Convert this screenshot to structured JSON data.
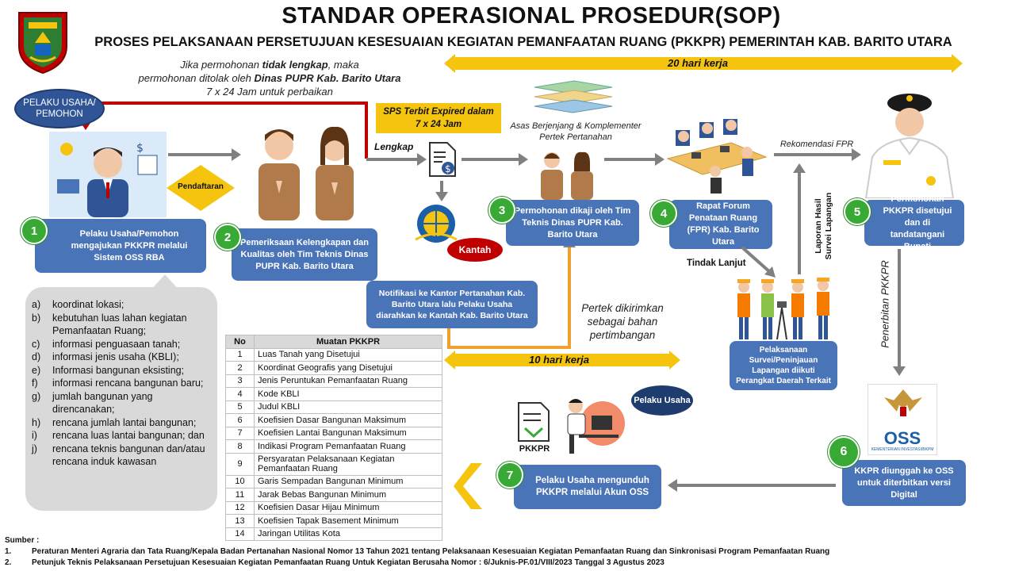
{
  "header": {
    "title": "STANDAR OPERASIONAL PROSEDUR(SOP)",
    "subtitle": "PROSES PELAKSANAAN  PERSETUJUAN KESESUAIAN KEGIATAN PEMANFAATAN RUANG (PKKPR) PEMERINTAH KAB. BARITO UTARA"
  },
  "timebars": {
    "top": "20 hari kerja",
    "middle": "10 hari kerja"
  },
  "notes": {
    "tidak_lengkap_1": "Jika permohonan ",
    "tidak_lengkap_bold": "tidak lengkap",
    "tidak_lengkap_2": ", maka",
    "tidak_lengkap_line2a": "permohonan ditolak oleh ",
    "tidak_lengkap_line2b": "Dinas PUPR Kab. Barito Utara",
    "tidak_lengkap_line3": "7 x 24 Jam untuk perbaikan",
    "sps_line1": "SPS Terbit Expired  dalam",
    "sps_line2": "7 x 24 Jam",
    "lengkap": "Lengkap",
    "asas_line1": "Asas Berjenjang & Komplementer",
    "asas_line2": "Pertek Pertanahan",
    "rekomendasi": "Rekomendasi FPR",
    "laporan_line1": "Laporan Hasil",
    "laporan_line2": "Survei Lapangan",
    "tindak_lanjut": "Tindak Lanjut",
    "penerbitan": "Penerbitan PKKPR",
    "pertek_line1": "Pertek dikirimkan",
    "pertek_line2": "sebagai bahan",
    "pertek_line3": "pertimbangan",
    "pendaftaran": "Pendaftaran",
    "kantah": "Kantah",
    "pkkpr_doc": "PKKPR"
  },
  "actors": {
    "pelaku_pemohon": "PELAKU USAHA/ PEMOHON",
    "pelaku_usaha": "Pelaku Usaha"
  },
  "steps": [
    {
      "num": "1",
      "text": "Pelaku Usaha/Pemohon mengajukan PKKPR melalui Sistem OSS RBA"
    },
    {
      "num": "2",
      "text": "Pemeriksaan Kelengkapan dan Kualitas oleh Tim Teknis Dinas PUPR Kab. Barito Utara"
    },
    {
      "num": "3",
      "text": "Permohonan dikaji oleh Tim Teknis Dinas PUPR Kab. Barito Utara"
    },
    {
      "num": "4",
      "text": "Rapat Forum Penataan Ruang (FPR) Kab. Barito Utara"
    },
    {
      "num": "5",
      "text": "Permohonan PKKPR disetujui dan di tandatangani Bupati"
    },
    {
      "num": "6",
      "text": "KKPR diunggah ke OSS untuk diterbitkan versi Digital"
    },
    {
      "num": "7",
      "text": "Pelaku Usaha mengunduh PKKPR melalui Akun OSS"
    }
  ],
  "notifikasi": "Notifikasi ke Kantor Pertanahan Kab. Barito Utara lalu Pelaku Usaha diarahkan ke Kantah Kab. Barito Utara",
  "survei": "Pelaksanaan Survei/Peninjauan Lapangan diikuti Perangkat Daerah Terkait",
  "oss_logo": {
    "text": "OSS",
    "sub": "KEMENTERIAN INVESTASI/BKPM"
  },
  "requirements": [
    {
      "letter": "a)",
      "text": "koordinat lokasi;"
    },
    {
      "letter": "b)",
      "text": "kebutuhan luas lahan kegiatan Pemanfaatan Ruang;"
    },
    {
      "letter": "c)",
      "text": "informasi penguasaan tanah;"
    },
    {
      "letter": "d)",
      "text": "informasi jenis usaha (KBLI);"
    },
    {
      "letter": "e)",
      "text": "Informasi bangunan eksisting;"
    },
    {
      "letter": "f)",
      "text": "informasi rencana bangunan baru;"
    },
    {
      "letter": "g)",
      "text": "jumlah bangunan yang direncanakan;"
    },
    {
      "letter": "h)",
      "text": "rencana jumlah lantai bangunan;"
    },
    {
      "letter": "i)",
      "text": "rencana luas lantai bangunan; dan"
    },
    {
      "letter": "j)",
      "text": "rencana teknis bangunan dan/atau rencana induk kawasan"
    }
  ],
  "table": {
    "headers": [
      "No",
      "Muatan PKKPR"
    ],
    "rows": [
      [
        "1",
        "Luas Tanah yang Disetujui"
      ],
      [
        "2",
        "Koordinat Geografis yang Disetujui"
      ],
      [
        "3",
        "Jenis Peruntukan Pemanfaatan Ruang"
      ],
      [
        "4",
        "Kode KBLI"
      ],
      [
        "5",
        "Judul KBLI"
      ],
      [
        "6",
        "Koefisien Dasar Bangunan Maksimum"
      ],
      [
        "7",
        "Koefisien Lantai Bangunan Maksimum"
      ],
      [
        "8",
        "Indikasi Program Pemanfaatan Ruang"
      ],
      [
        "9",
        "Persyaratan Pelaksanaan Kegiatan Pemanfaatan Ruang"
      ],
      [
        "10",
        "Garis Sempadan Bangunan Minimum"
      ],
      [
        "11",
        "Jarak Bebas Bangunan Minimum"
      ],
      [
        "12",
        "Koefisien Dasar Hijau Minimum"
      ],
      [
        "13",
        "Koefisien Tapak Basement Minimum"
      ],
      [
        "14",
        "Jaringan Utilitas Kota"
      ]
    ]
  },
  "sumber": {
    "label": "Sumber :",
    "items": [
      {
        "n": "1.",
        "text": "Peraturan Menteri Agraria dan Tata Ruang/Kepala Badan Pertanahan Nasional Nomor 13 Tahun 2021 tentang Pelaksanaan Kesesuaian Kegiatan Pemanfaatan Ruang dan Sinkronisasi Program Pemanfaatan Ruang"
      },
      {
        "n": "2.",
        "text": "Petunjuk Teknis Pelaksanaan Persetujuan Kesesuaian Kegiatan Pemanfaatan Ruang Untuk Kegiatan Berusaha Nomor : 6/Juknis-PF.01/VIII/2023 Tanggal 3 Agustus 2023"
      }
    ]
  },
  "colors": {
    "step_box": "#4a74b8",
    "step_number": "#39a935",
    "timebar": "#f5c40f",
    "arrow": "#808080",
    "reject_line": "#c00000"
  }
}
